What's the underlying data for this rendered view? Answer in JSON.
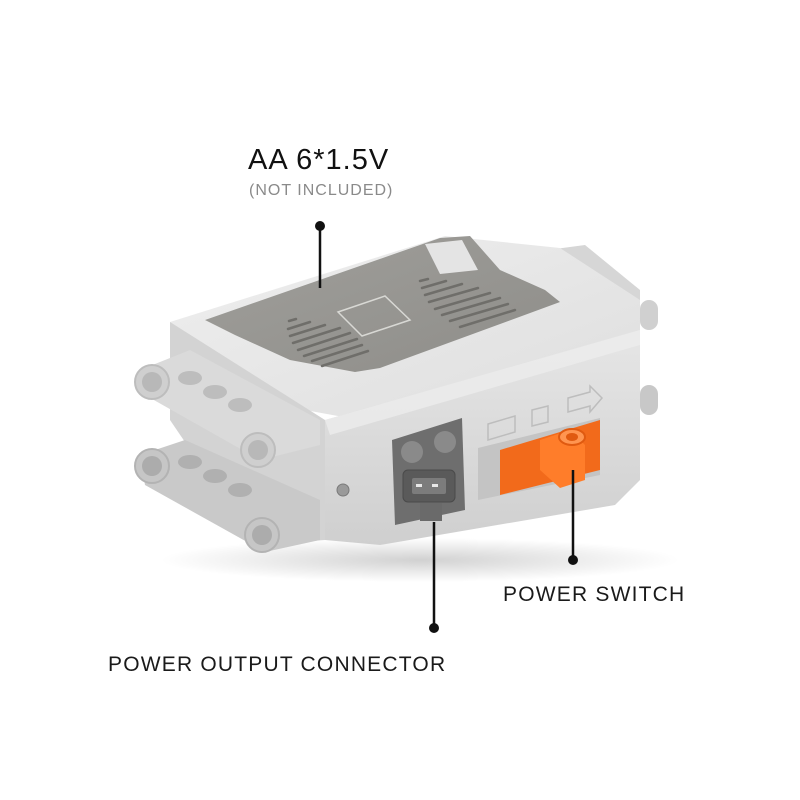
{
  "product": {
    "name": "battery-box",
    "colors": {
      "body": "#dcdcdc",
      "lid": "#9b9b97",
      "switch": "#f26a1b",
      "connector": "#6f6f6f",
      "callout": "#111111"
    }
  },
  "annotations": {
    "battery": {
      "title": "AA 6*1.5V",
      "note": "(NOT INCLUDED)"
    },
    "power_switch": {
      "label": "POWER SWITCH"
    },
    "output_connector": {
      "label": "POWER OUTPUT CONNECTOR"
    }
  }
}
